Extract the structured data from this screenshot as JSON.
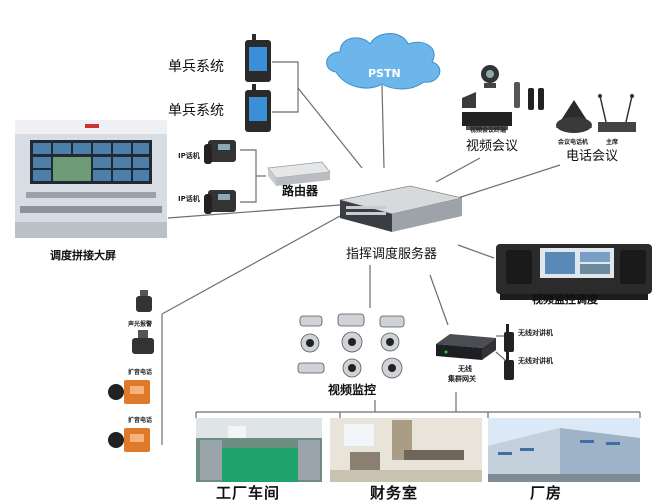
{
  "nodes": {
    "single_soldier_1": "单兵系统",
    "single_soldier_2": "单兵系统",
    "pstn": "PSTN",
    "video_terminal": "视频会议终端",
    "video_conference": "视频会议",
    "phone_terminal": "会议电话机",
    "chair": "主席",
    "phone_conference": "电话会议",
    "ip_phone_1": "IP话机",
    "ip_phone_2": "IP话机",
    "router": "路由器",
    "server": "指挥调度服务器",
    "screen_wall": "调度拼接大屏",
    "dispatch_console": "视频监控调度",
    "alarm": "声光报警",
    "broadcast_phone_1": "扩音电话",
    "broadcast_phone_2": "扩音电话",
    "video_monitor": "视频监控",
    "gateway_line1": "无线",
    "gateway_line2": "集群网关",
    "walkie_1": "无线对讲机",
    "walkie_2": "无线对讲机",
    "factory": "工厂车间",
    "finance": "财务室",
    "plant": "厂房"
  },
  "colors": {
    "line": "#6e6e6e",
    "cloud": "#6db6ec",
    "device_dark": "#2a2a2a",
    "screen_blue": "#3b8fd6"
  }
}
